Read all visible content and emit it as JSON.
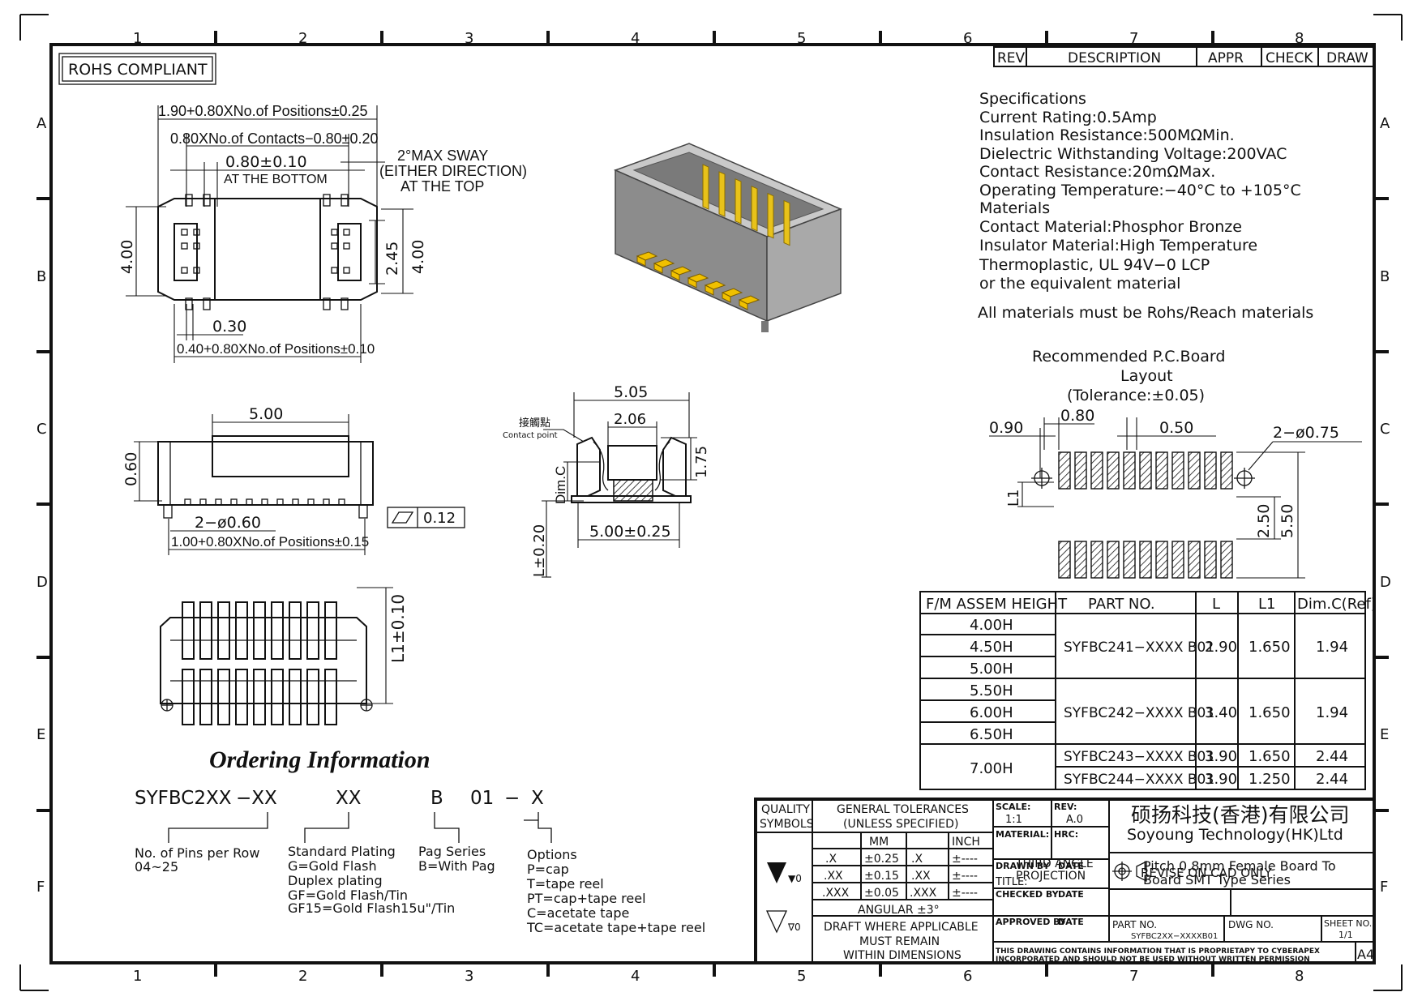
{
  "zones": {
    "top": [
      "1",
      "2",
      "3",
      "4",
      "5",
      "6",
      "7",
      "8"
    ],
    "bottom": [
      "1",
      "2",
      "3",
      "4",
      "5",
      "6",
      "7",
      "8"
    ],
    "left": [
      "A",
      "B",
      "C",
      "D",
      "E",
      "F"
    ],
    "right": [
      "A",
      "B",
      "C",
      "D",
      "E",
      "F"
    ]
  },
  "rohs_label": "ROHS COMPLIANT",
  "revision_block": {
    "rev": "REV",
    "description": "DESCRIPTION",
    "appr": "APPR",
    "check": "CHECK",
    "draw": "DRAW"
  },
  "specifications": [
    "Specifications",
    "Current  Rating:0.5Amp",
    "Insulation  Resistance:500MΩMin.",
    "Dielectric  Withstanding  Voltage:200VAC",
    "Contact  Resistance:20mΩMax.",
    "Operating  Temperature:−40°C  to  +105°C",
    "Materials",
    "Contact  Material:Phosphor  Bronze",
    "Insulator  Material:High  Temperature",
    "Thermoplastic,  UL  94V−0  LCP",
    "or  the  equivalent  material"
  ],
  "rohs_note": "All  materials  must  be  Rohs/Reach  materials",
  "top_view": {
    "overall": "1.90+0.80XNo.of  Positions±0.25",
    "contacts": "0.80XNo.of  Contacts−0.80±0.20",
    "pitch": "0.80±0.10",
    "pitch_note": "AT THE BOTTOM",
    "sway_1": "2°MAX  SWAY",
    "sway_2": "(EITHER  DIRECTION)",
    "sway_3": "AT THE TOP",
    "height_left": "4.00",
    "height_inner": "2.45",
    "height_right": "4.00",
    "lead_width": "0.30",
    "bottom": "0.40+0.80XNo.of  Positions±0.10"
  },
  "side_view": {
    "cap_width": "5.00",
    "cap_height": "0.60",
    "post": "2−ø0.60",
    "length": "1.00+0.80XNo.of  Positions±0.15",
    "flatness": "0.12"
  },
  "section_view": {
    "top_width": "5.05",
    "inner_width": "2.06",
    "inner_height": "1.75",
    "contact_cn": "接觸點",
    "contact_en": "Contact point",
    "dim_c": "Dim.C",
    "bottom_width": "5.00±0.25",
    "l_tol": "L±0.20"
  },
  "underside_view": {
    "l1": "L1±0.10"
  },
  "pcb_layout": {
    "title_1": "Recommended  P.C.Board",
    "title_2": "Layout",
    "tolerance": "(Tolerance:±0.05)",
    "d_090": "0.90",
    "d_080": "0.80",
    "d_050": "0.50",
    "holes": "2−ø0.75",
    "l1": "L1",
    "d_250": "2.50",
    "d_550": "5.50"
  },
  "parts_table": {
    "headers": [
      "F/M  ASSEM  HEIGHT",
      "PART  NO.",
      "L",
      "L1",
      "Dim.C(Ref)"
    ],
    "heights": [
      "4.00H",
      "4.50H",
      "5.00H",
      "5.50H",
      "6.00H",
      "6.50H",
      "7.00H"
    ],
    "groups": [
      {
        "part": "SYFBC241−XXXX  B01",
        "L": "2.90",
        "L1": "1.650",
        "dimc": "1.94"
      },
      {
        "part": "SYFBC242−XXXX  B01",
        "L": "3.40",
        "L1": "1.650",
        "dimc": "1.94"
      },
      {
        "part": "SYFBC243−XXXX  B01",
        "L": "3.90",
        "L1": "1.650",
        "dimc": "2.44"
      },
      {
        "part": "SYFBC244−XXXX  B01",
        "L": "3.90",
        "L1": "1.250",
        "dimc": "2.44"
      }
    ]
  },
  "ordering": {
    "heading": "Ordering Information",
    "code": [
      "SYFBC2XX",
      "−XX",
      "XX",
      "B",
      "01",
      "−",
      "X"
    ],
    "pins": [
      "No.  of  Pins  per  Row",
      "04~25"
    ],
    "plating": [
      "Standard  Plating",
      "G=Gold  Flash",
      "Duplex  plating",
      "GF=Gold  Flash/Tin",
      "GF15=Gold  Flash15u\"/Tin"
    ],
    "pag": [
      "Pag  Series",
      "B=With  Pag"
    ],
    "options": [
      "Options",
      "P=cap",
      "T=tape  reel",
      "PT=cap+tape  reel",
      "C=acetate  tape",
      "TC=acetate  tape+tape  reel"
    ]
  },
  "title_block": {
    "quality_1": "QUALITY",
    "quality_2": "SYMBOLS",
    "sym_1": "▼0",
    "sym_2": "∇0",
    "tol_title_1": "GENERAL  TOLERANCES",
    "tol_title_2": "(UNLESS  SPECIFIED)",
    "mm": "MM",
    "inch": "INCH",
    "tol_rows": [
      [
        ".X",
        "±0.25",
        ".X",
        "±----"
      ],
      [
        ".XX",
        "±0.15",
        ".XX",
        "±----"
      ],
      [
        ".XXX",
        "±0.05",
        ".XXX",
        "±----"
      ]
    ],
    "angular": "ANGULAR  ±3°",
    "draft_1": "DRAFT  WHERE  APPLICABLE",
    "draft_2": "MUST  REMAIN",
    "draft_3": "WITHIN  DIMENSIONS",
    "scale_label": "SCALE:",
    "scale_value": "1:1",
    "rev_label": "REV:",
    "rev_value": "A.0",
    "material_label": "MATERIAL:",
    "hrc_label": "HRC:",
    "drawn_label": "DRAWN  BY",
    "checked_label": "CHECKED  BY",
    "approved_label": "APPROVED  BY",
    "date_label": "DATE",
    "company_cn": "硕扬科技(香港)有限公司",
    "company_en": "Soyoung  Technology(HK)Ltd",
    "title_label": "TITLE:",
    "title_1": "Pitch  0.8mm  Female  Board  To",
    "title_2": "Board  SMT  Type  Series",
    "projection_1": "THIRD  ANGLE",
    "projection_2": "PROJECTION",
    "revise": "REVISE  ON  CAD  ONLY",
    "part_no_label": "PART  NO.",
    "part_no": "SYFBC2XX−XXXXB01",
    "dwg_label": "DWG  NO.",
    "sheet_label": "SHEET  NO.",
    "sheet_value": "1/1",
    "notice_1": "THIS  DRAWING  CONTAINS  INFORMATION  THAT  IS  PROPRIETAPY  TO  CYBERAPEX",
    "notice_2": "INCORPORATED  AND  SHOULD  NOT  BE  USED  WITHOUT  WRITTEN  PERMISSION",
    "size": "A4"
  }
}
